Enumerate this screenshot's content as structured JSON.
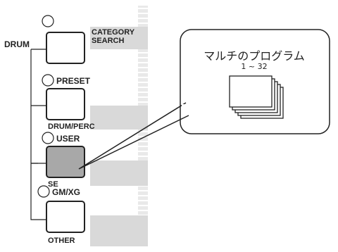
{
  "panel": {
    "side_label": "DRUM",
    "groups": [
      {
        "key": "category",
        "label": "CATEGORY\nSEARCH",
        "line1": "CATEGORY",
        "line2": "SEARCH"
      },
      {
        "key": "preset",
        "label": "PRESET",
        "strip": "DRUM/PERC"
      },
      {
        "key": "user",
        "label": "USER",
        "strip": "SE",
        "highlighted": true
      },
      {
        "key": "gmxg",
        "label": "GM/XG",
        "strip": "OTHER"
      }
    ]
  },
  "callout": {
    "title": "マルチのプログラム",
    "range": "1 ~ 32"
  },
  "colors": {
    "line": "#222222",
    "panel_gray": "#d9d9d9",
    "highlight_button": "#a8a8a8",
    "background": "#ffffff"
  }
}
